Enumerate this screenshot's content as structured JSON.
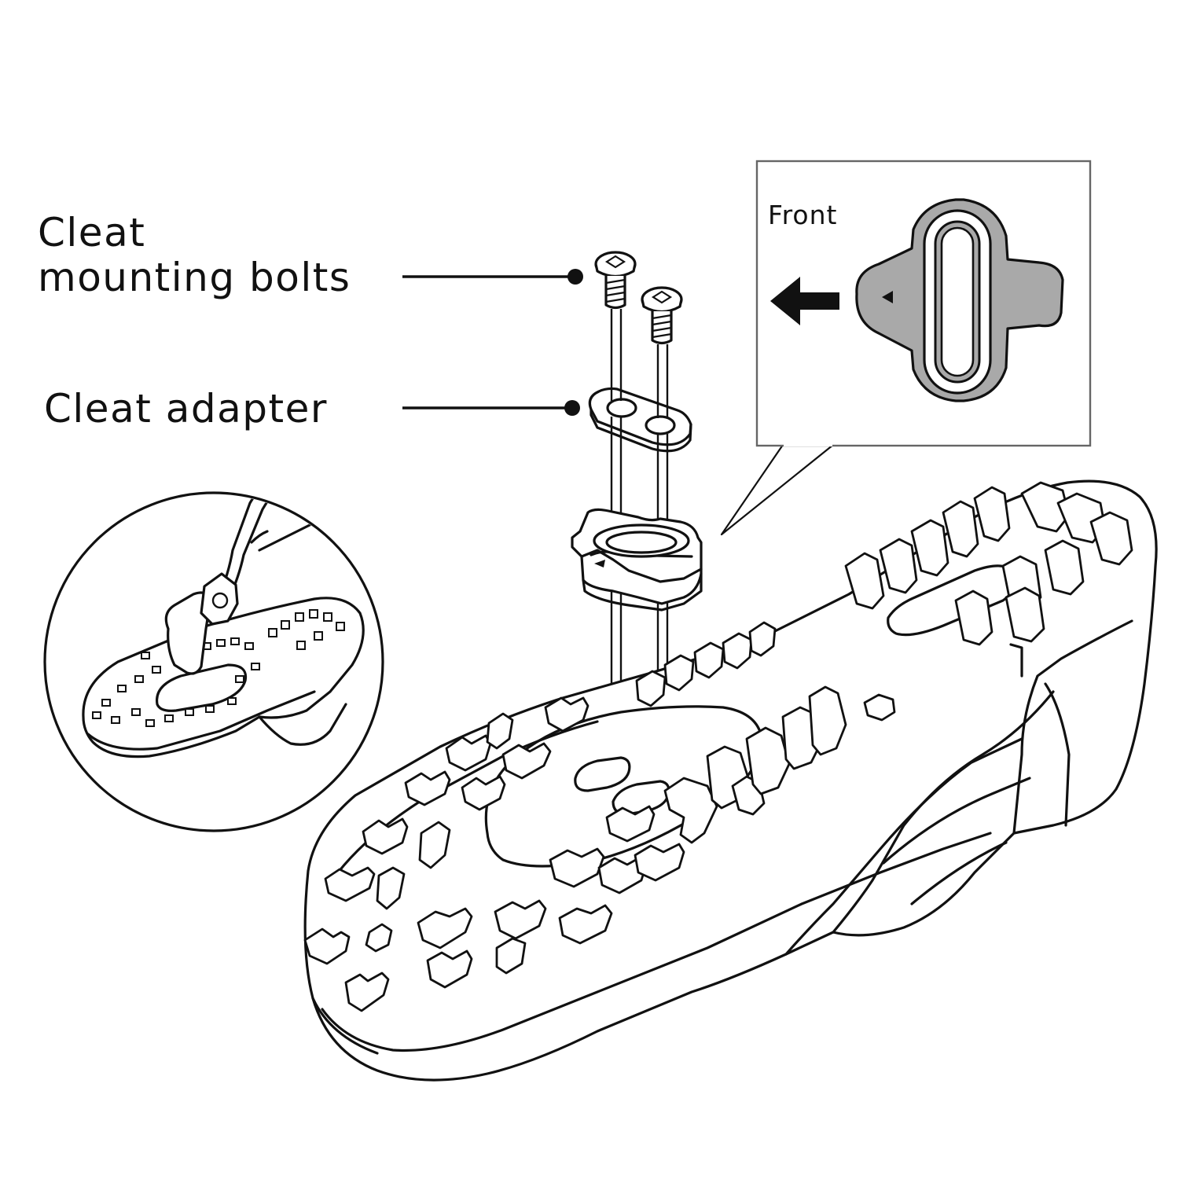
{
  "labels": {
    "bolts_line1": "Cleat",
    "bolts_line2": "mounting bolts",
    "adapter": "Cleat adapter",
    "front": "Front"
  },
  "colors": {
    "ink": "#111111",
    "cleat_fill": "#a9a9a9",
    "background": "#ffffff"
  },
  "icons": {
    "direction": "arrow-left-icon"
  }
}
